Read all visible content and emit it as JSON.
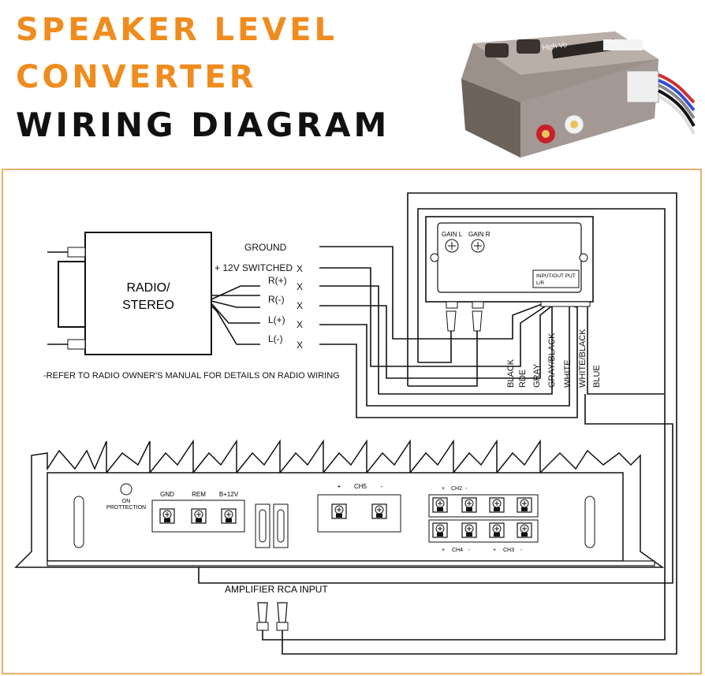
{
  "header": {
    "line1": "SPEAKER LEVEL",
    "line2": "CONVERTER",
    "line3": "WIRING DIAGRAM"
  },
  "colors": {
    "accent": "#f08c1e",
    "frame": "#e8b06a",
    "ink": "#111111"
  },
  "radio": {
    "label_line1": "RADIO/",
    "label_line2": "STEREO",
    "note": "-REFER TO RADIO OWNER'S MANUAL FOR DETAILS ON RADIO WIRING"
  },
  "radio_wires": {
    "ground": "GROUND",
    "switched": "+ 12V SWITCHED",
    "r_plus": "R(+)",
    "r_minus": "R(-)",
    "l_plus": "L(+)",
    "l_minus": "L(-)",
    "x_mark": "X"
  },
  "converter": {
    "gain_l": "GAIN L",
    "gain_r": "GAIN R",
    "io_line1": "INPUT/OUT PUT",
    "io_line2": "L/R"
  },
  "wire_colors": [
    "BLACK",
    "RDE",
    "GRAY",
    "GRAY/BLACK",
    "WHITE",
    "WHITE/BLACK",
    "BLUE"
  ],
  "amplifier": {
    "on_label": "ON",
    "protection_label": "PROTTECTION",
    "gnd": "GND",
    "rem": "REM",
    "b12": "B+12V",
    "ch5": "CH5",
    "plus": "+",
    "minus": "-",
    "ch2": "CH2",
    "ch4": "CH4",
    "ch3": "CH3",
    "rca_input": "AMPLIFIER RCA INPUT"
  },
  "product_photo": {
    "brand_text": "High Vo"
  }
}
